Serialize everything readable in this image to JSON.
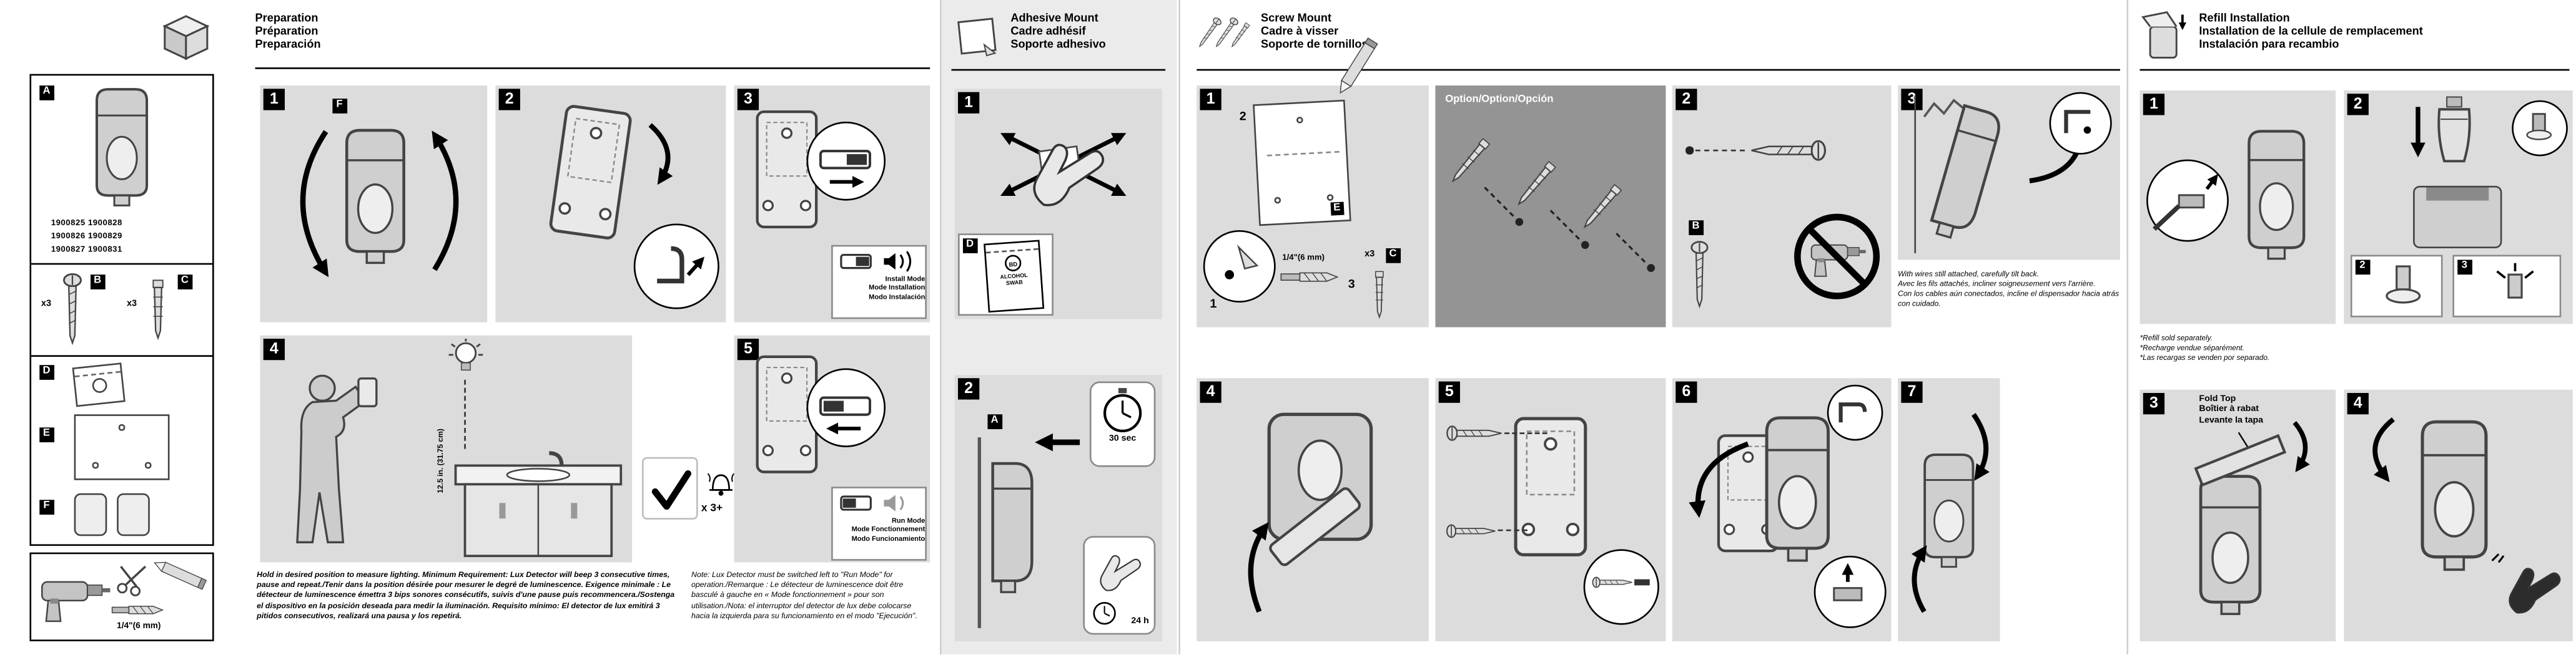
{
  "sheet": {
    "bg_color": "#ffffff",
    "step_box_gray": "#dcdcdc",
    "column_gray": "#ebebeb",
    "option_panel_gray": "#949494"
  },
  "parts_panel": {
    "label_a": "A",
    "model_numbers": "1900825  1900828\n1900826  1900829\n1900827  1900831",
    "qty_b": "x3",
    "label_b": "B",
    "qty_c": "x3",
    "label_c": "C",
    "label_d": "D",
    "label_e": "E",
    "label_f": "F",
    "bit_size": "1/4\"(6 mm)"
  },
  "preparation": {
    "title": "Preparation\nPréparation\nPreparación",
    "steps": [
      "1",
      "2",
      "3",
      "4",
      "5"
    ],
    "label_f": "F",
    "install_mode": "Install Mode\nMode Installation\nModo Instalación",
    "run_mode": "Run Mode\nMode Fonctionnement\nModo Funcionamiento",
    "mount_height": "12.5 in. (31.75 cm)",
    "beeps": "x 3+",
    "note_measure": "Hold in desired position to measure lighting. Minimum Requirement: Lux Detector will beep 3 consecutive times, pause and repeat./Tenir dans la position désirée pour mesurer le degré de luminescence. Exigence minimale : Le détecteur de luminescence émettra 3 bips sonores consécutifs, suivis d'une pause puis recommencera./Sostenga el dispositivo en la posición deseada para medir la iluminación. Requisito mínimo: El detector de lux emitirá 3 pitidos consecutivos, realizará una pausa y los repetirá.",
    "note_run": "Note: Lux Detector must be switched left to \"Run Mode\" for operation./Remarque : Le détecteur de luminescence doit être basculé à gauche en « Mode fonctionnement » pour son utilisation./Nota: el interruptor del detector de lux debe colocarse hacia la izquierda para su funcionamiento en el modo \"Ejecución\"."
  },
  "adhesive": {
    "title": "Adhesive Mount\nCadre adhésif\nSoporte adhesivo",
    "steps": [
      "1",
      "2"
    ],
    "label_d": "D",
    "swab_brand": "BD",
    "swab_label": "ALCOHOL\nSWAB",
    "label_a": "A",
    "press_time": "30 sec",
    "cure_time": "24 h"
  },
  "screw_mount": {
    "title": "Screw Mount\nCadre à visser\nSoporte de tornillos",
    "steps": [
      "1",
      "2",
      "3",
      "4",
      "5",
      "6",
      "7"
    ],
    "option_title": "Option/Option/Opción",
    "callout_1": "1",
    "callout_2": "2",
    "callout_3": "3",
    "label_e": "E",
    "bit_size": "1/4\"(6 mm)",
    "qty_c": "x3",
    "label_c": "C",
    "label_b": "B",
    "tilt_note": "With wires still attached, carefully tilt back.\nAvec les fils attachés, incliner soigneusement vers l'arrière.\nCon los cables aún conectados, incline el dispensador hacia atrás con cuidado."
  },
  "refill": {
    "title": "Refill Installation\nInstallation de la cellule de remplacement\nInstalación para recambio",
    "steps": [
      "1",
      "2",
      "3",
      "4"
    ],
    "sold_note": "*Refill sold separately.\n*Recharge vendue séparément.\n*Las recargas se venden por separado.",
    "fold_top": "Fold Top\nBoîtier à rabat\nLevante la tapa",
    "callout_2": "2",
    "callout_3": "3"
  }
}
